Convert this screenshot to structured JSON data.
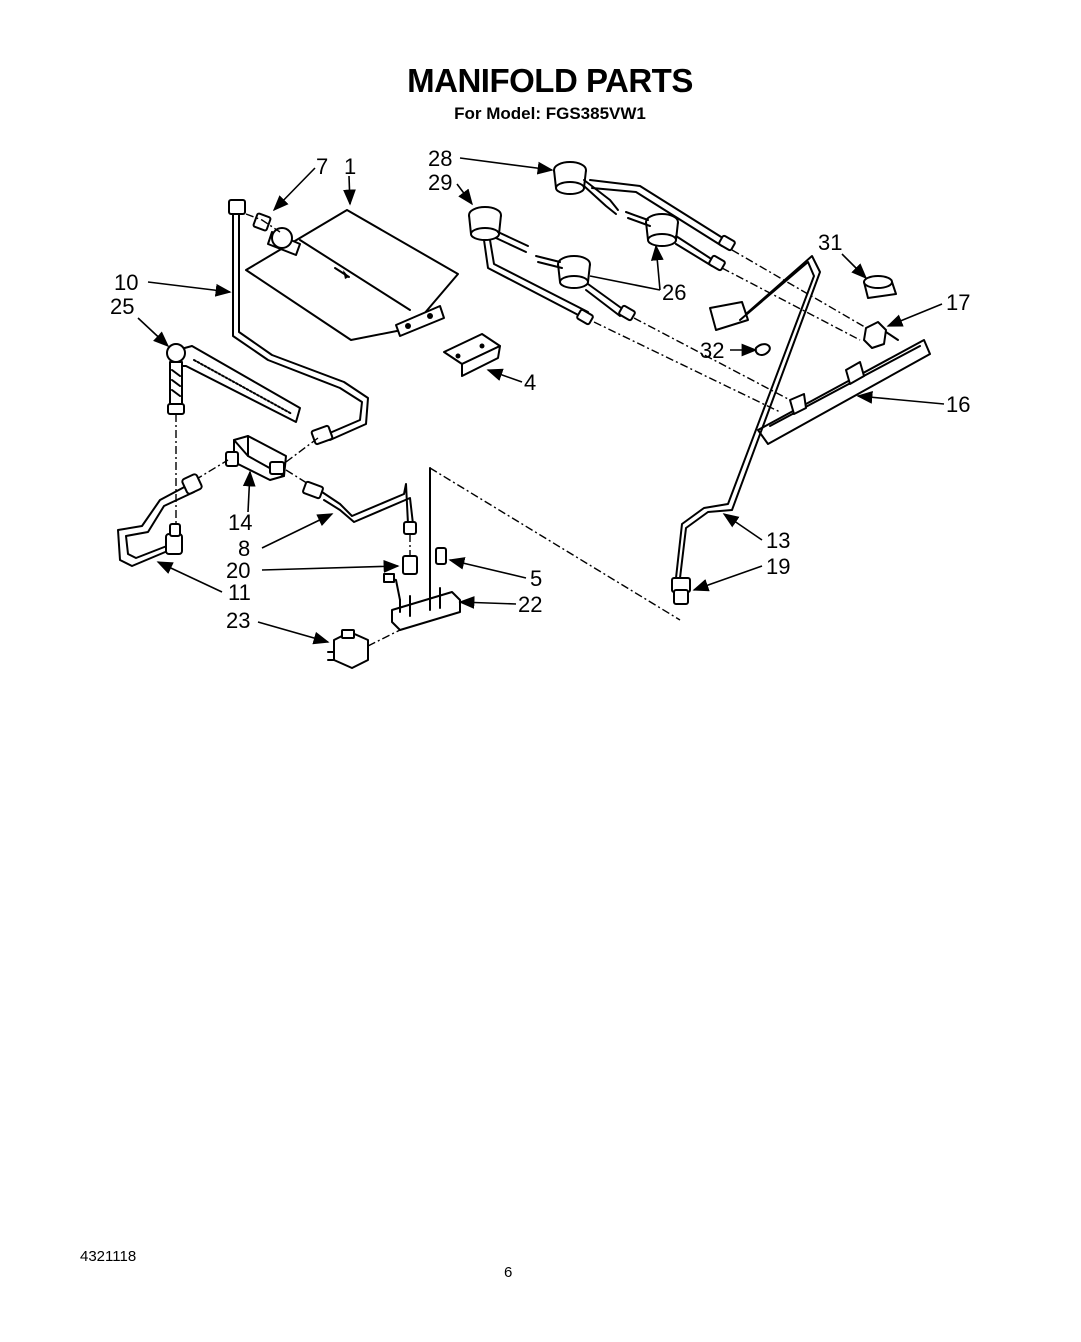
{
  "header": {
    "title": "MANIFOLD PARTS",
    "subtitle": "For Model: FGS385VW1"
  },
  "callouts": [
    "1",
    "4",
    "5",
    "7",
    "8",
    "10",
    "11",
    "13",
    "14",
    "16",
    "17",
    "19",
    "20",
    "22",
    "23",
    "25",
    "26",
    "28",
    "29",
    "31",
    "32"
  ],
  "footer": {
    "document_number": "4321118",
    "page_number": "6"
  }
}
